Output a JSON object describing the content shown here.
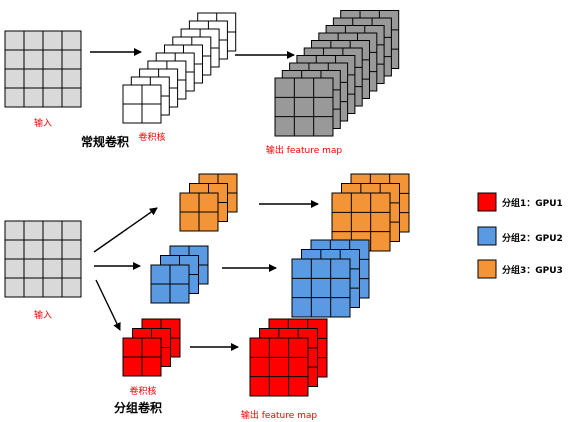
{
  "colors": {
    "gray_light": "#d9d9d9",
    "gray_dark": "#999999",
    "white": "#ffffff",
    "orange": "#f39436",
    "blue": "#5a9ae2",
    "red": "#ff0000",
    "label_red": "#ff0000",
    "grid_line": "#000000"
  },
  "standard": {
    "input_label": "输入",
    "kernel_label": "卷积核",
    "output_label": "输出 feature map",
    "title": "常规卷积"
  },
  "group": {
    "input_label": "输入",
    "kernel_label": "卷积核",
    "output_label": "输出 feature map",
    "title": "分组卷积"
  },
  "legend": [
    {
      "label": "分组1：GPU1",
      "color": "#ff0000"
    },
    {
      "label": "分组2：GPU2",
      "color": "#5a9ae2"
    },
    {
      "label": "分组3：GPU3",
      "color": "#f39436"
    }
  ]
}
